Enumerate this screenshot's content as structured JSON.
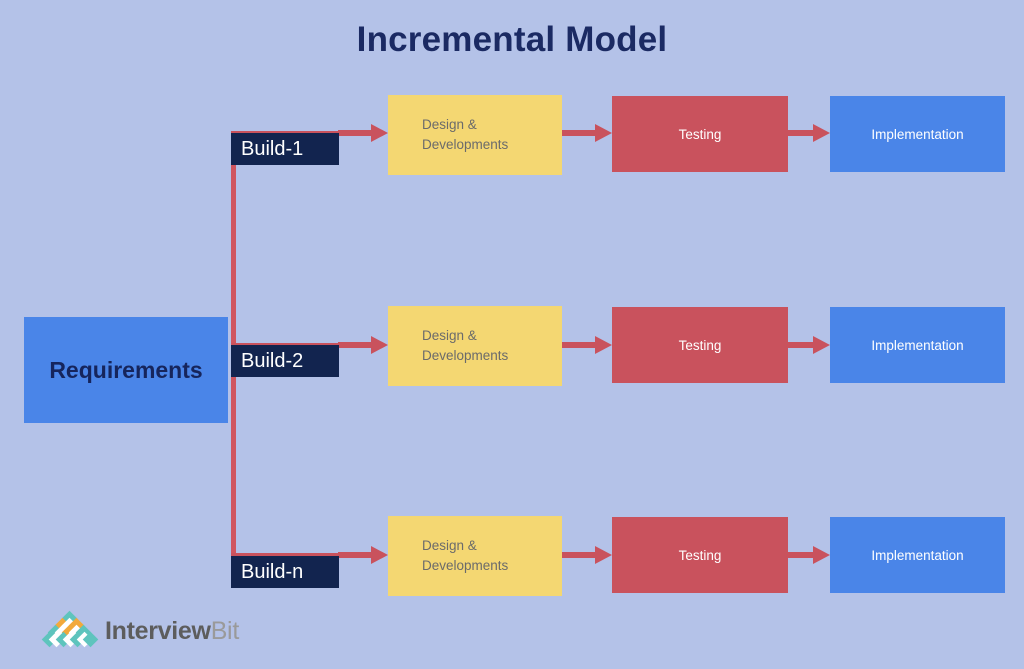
{
  "diagram": {
    "title": "Incremental Model",
    "background_color": "#b4c2e8",
    "title_color": "#1b2a63",
    "start_node": {
      "label": "Requirements",
      "color": "#4a85e8",
      "text_color": "#16255c"
    },
    "build_label_color": "#12244f",
    "connector_color": "#c9525d",
    "stage_colors": {
      "design": "#f4d772",
      "testing": "#c9525d",
      "implementation": "#4a85e8"
    },
    "branches": [
      {
        "build": "Build-1",
        "stages": [
          {
            "label": "Design &\nDevelopments",
            "type": "design"
          },
          {
            "label": "Testing",
            "type": "testing"
          },
          {
            "label": "Implementation",
            "type": "implementation"
          }
        ]
      },
      {
        "build": "Build-2",
        "stages": [
          {
            "label": "Design &\nDevelopments",
            "type": "design"
          },
          {
            "label": "Testing",
            "type": "testing"
          },
          {
            "label": "Implementation",
            "type": "implementation"
          }
        ]
      },
      {
        "build": "Build-n",
        "stages": [
          {
            "label": "Design &\nDevelopments",
            "type": "design"
          },
          {
            "label": "Testing",
            "type": "testing"
          },
          {
            "label": "Implementation",
            "type": "implementation"
          }
        ]
      }
    ]
  },
  "logo": {
    "name_bold": "Interview",
    "name_light": "Bit",
    "mark_colors": {
      "teal": "#5ec4bd",
      "orange": "#f2a93b",
      "white": "#ffffff"
    }
  }
}
